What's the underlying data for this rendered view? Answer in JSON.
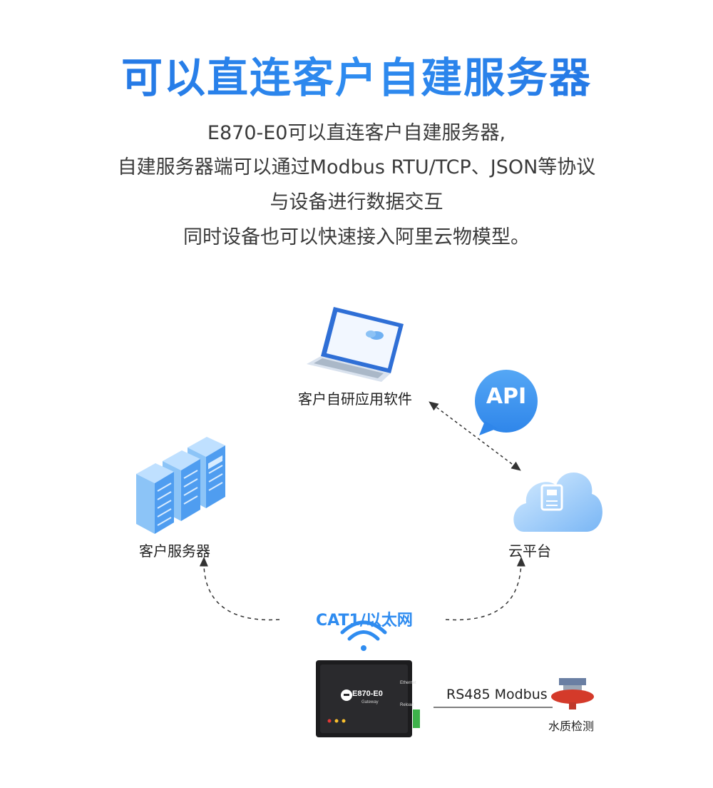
{
  "header": {
    "title": "可以直连客户自建服务器",
    "description_lines": [
      "E870-E0可以直连客户自建服务器,",
      "自建服务器端可以通过Modbus RTU/TCP、JSON等协议",
      "与设备进行数据交互",
      "同时设备也可以快速接入阿里云物模型。"
    ]
  },
  "diagram": {
    "software_label": "客户自研应用软件",
    "api_label": "API",
    "server_label": "客户服务器",
    "cloud_label": "云平台",
    "network_label": "CAT1/以太网",
    "gateway": {
      "model": "E870-E0",
      "subtitle": "Gateway",
      "port_ethernet": "Ethernet",
      "port_reload": "Reload"
    },
    "protocol_label": "RS485 Modbus",
    "sensor_label": "水质检测"
  },
  "colors": {
    "title_blue": "#1f6fe0",
    "accent_blue": "#2f8cf0",
    "text_dark": "#333333"
  }
}
